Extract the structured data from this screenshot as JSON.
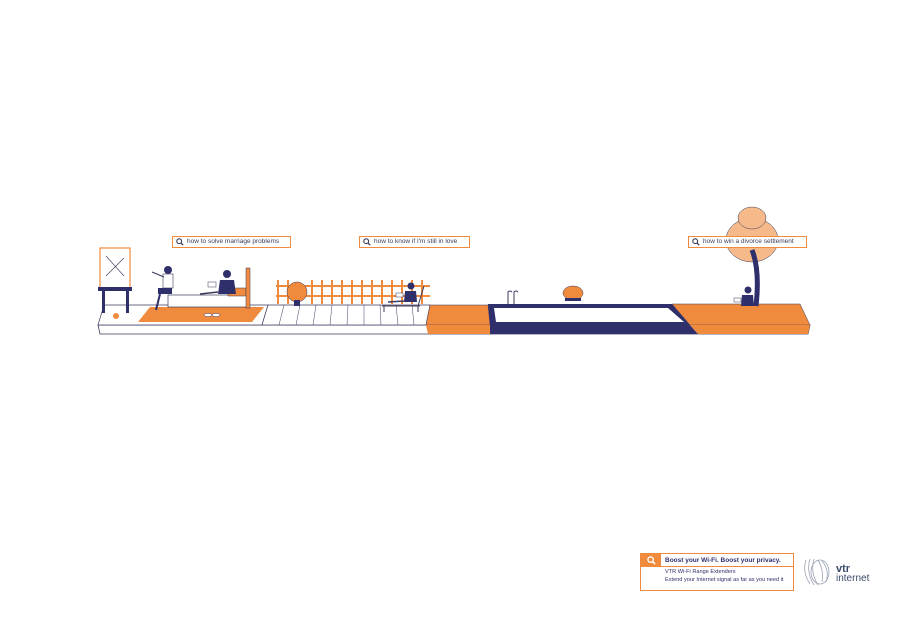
{
  "searches": [
    {
      "query": "how to solve marriage problems"
    },
    {
      "query": "how to know if I'm still in love"
    },
    {
      "query": "how to win a divorce settlement"
    }
  ],
  "ad": {
    "headline": "Boost your Wi-Fi. Boost your privacy.",
    "line1": "VTR Wi-Fi Range Extenders",
    "line2": "Extend your Internet signal as far as you need it"
  },
  "logo": {
    "line1": "vtr",
    "line2": "internet"
  },
  "colors": {
    "orange": "#f08a3c",
    "navy": "#2e2f6b",
    "outline": "#3b3b5c",
    "light_orange": "#f6b98a"
  },
  "icons": [
    "search-icon"
  ]
}
